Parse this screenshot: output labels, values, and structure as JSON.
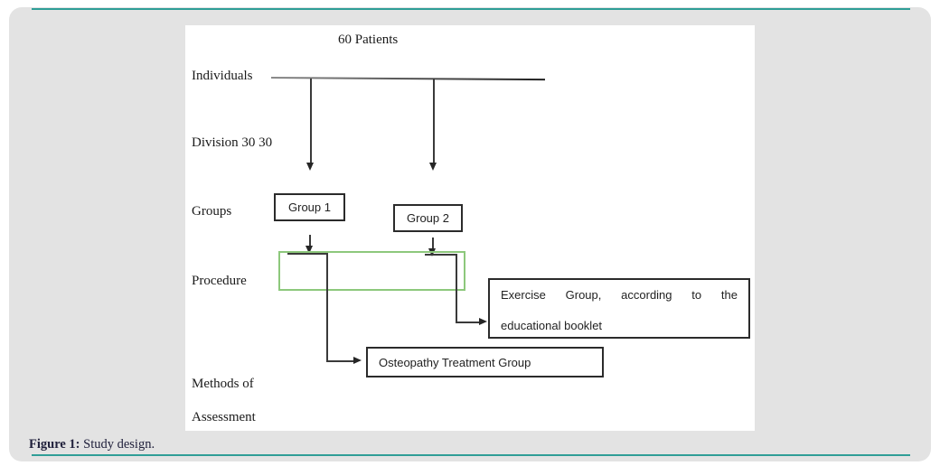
{
  "page": {
    "background": "#ffffff",
    "card_bg": "#e3e3e3",
    "accent_teal": "#2f9e97",
    "panel_bg": "#ffffff"
  },
  "flowchart": {
    "patients": "60 Patients",
    "labels": {
      "individuals": "Individuals",
      "division": "Division 30 30",
      "groups": "Groups",
      "procedure": "Procedure",
      "methods_line1": "Methods of",
      "methods_line2": "Assessment"
    },
    "boxes": {
      "group1": "Group 1",
      "group2": "Group 2",
      "exercise_line1": "Exercise Group, according to the",
      "exercise_line2": "educational booklet",
      "osteopathy": "Osteopathy Treatment Group"
    },
    "green_outline_color": "#8dc87c",
    "line_color": "#3a3a3a"
  },
  "caption": {
    "label": "Figure 1:",
    "text": " Study design."
  }
}
